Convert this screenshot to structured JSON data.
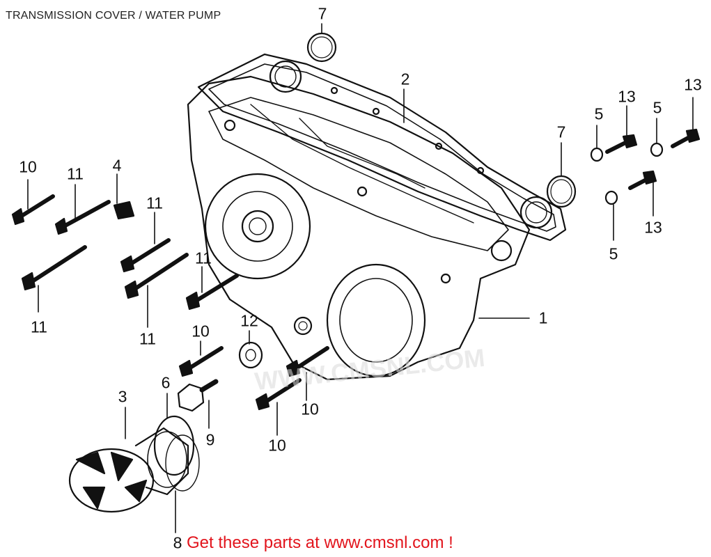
{
  "title": "TRANSMISSION COVER / WATER PUMP",
  "footer": {
    "link_text": "Get these parts at www.cmsnl.com !"
  },
  "watermark": "WWW.CMSNL.COM",
  "callouts": {
    "c1": "1",
    "c2": "2",
    "c3": "3",
    "c4": "4",
    "c5a": "5",
    "c5b": "5",
    "c5c": "5",
    "c6": "6",
    "c7a": "7",
    "c7b": "7",
    "c8": "8",
    "c9": "9",
    "c10a": "10",
    "c10b": "10",
    "c10c": "10",
    "c10d": "10",
    "c11a": "11",
    "c11b": "11",
    "c11c": "11",
    "c11d": "11",
    "c11e": "11",
    "c12": "12",
    "c13a": "13",
    "c13b": "13",
    "c13c": "13"
  },
  "colors": {
    "line": "#111111",
    "footer": "#e2141c",
    "watermark": "#d9d9d9"
  }
}
